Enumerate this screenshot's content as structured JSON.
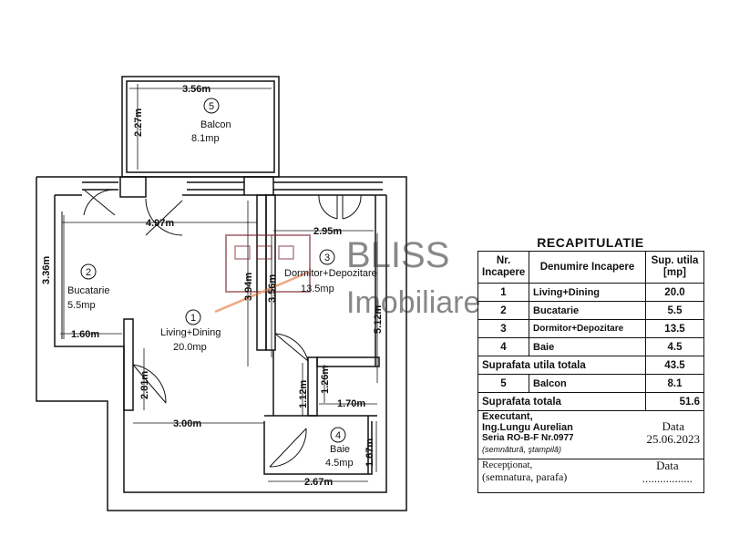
{
  "watermark": {
    "brand": "BLISS",
    "sub": "Imobiliare"
  },
  "rooms": [
    {
      "num": "1",
      "name": "Living+Dining",
      "area": "20.0mp"
    },
    {
      "num": "2",
      "name": "Bucatarie",
      "area": "5.5mp"
    },
    {
      "num": "3",
      "name": "Dormitor+Depozitare",
      "area": "13.5mp"
    },
    {
      "num": "4",
      "name": "Baie",
      "area": "4.5mp"
    },
    {
      "num": "5",
      "name": "Balcon",
      "area": "8.1mp"
    }
  ],
  "dimensions": {
    "balcony_width": "3.56m",
    "balcony_depth": "2.27m",
    "living_width": "4.97m",
    "kitchen_height": "3.36m",
    "kitchen_width": "1.60m",
    "living_height": "3.94m",
    "hall_height": "2.81m",
    "hall_width": "3.00m",
    "bedroom_width": "2.95m",
    "bedroom_left_height": "3.56m",
    "bedroom_right_height": "5.12m",
    "storage_width": "1.70m",
    "storage_height": "1.26m",
    "bath_door": "1.12m",
    "bath_width": "2.67m",
    "bath_height": "1.67m"
  },
  "recap": {
    "title": "RECAPITULATIE",
    "headers": {
      "nr": "Nr. Incapere",
      "name": "Denumire Incapere",
      "area": "Sup. utila [mp]"
    },
    "rows": [
      {
        "nr": "1",
        "name": "Living+Dining",
        "area": "20.0"
      },
      {
        "nr": "2",
        "name": "Bucatarie",
        "area": "5.5"
      },
      {
        "nr": "3",
        "name": "Dormitor+Depozitare",
        "area": "13.5"
      },
      {
        "nr": "4",
        "name": "Baie",
        "area": "4.5"
      }
    ],
    "useful_total_label": "Suprafata utila totala",
    "useful_total_value": "43.5",
    "balcony_row": {
      "nr": "5",
      "name": "Balcon",
      "area": "8.1"
    },
    "total_label": "Suprafata totala",
    "total_value": "51.6",
    "executant_label": "Executant,",
    "executant_name": "Ing.Lungu Aurelian",
    "executant_series": "Seria RO-B-F  Nr.0977",
    "executant_sign": "(semnătură, ştampilă)",
    "date_label": "Data",
    "date_value": "25.06.2023",
    "receptionat_label": "Recepţionat,",
    "receptionat_sign": "(semnatura, parafa)",
    "date2_label": "Data",
    "date2_value": "................."
  }
}
